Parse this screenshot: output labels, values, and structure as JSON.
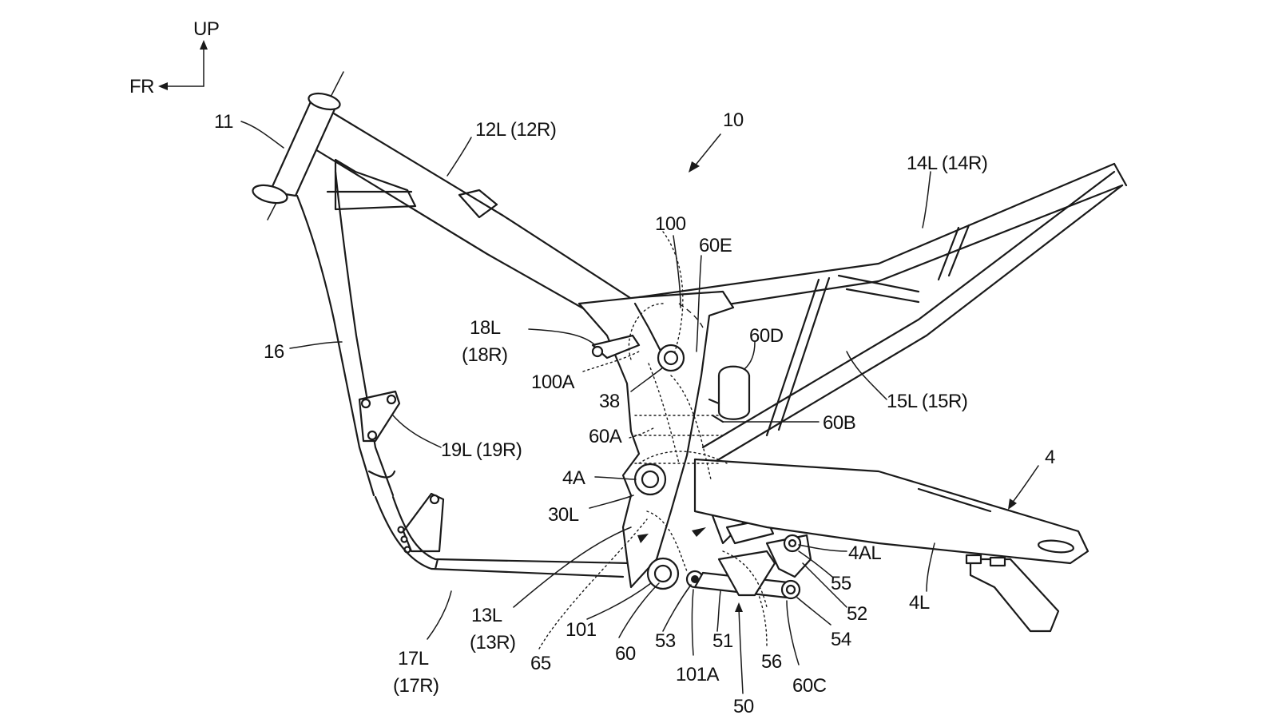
{
  "directions": {
    "up": "UP",
    "front": "FR"
  },
  "labels": {
    "n11": "11",
    "n12": "12L (12R)",
    "n10": "10",
    "n14": "14L (14R)",
    "n100": "100",
    "n60E": "60E",
    "n18a": "18L",
    "n18b": "(18R)",
    "n60D": "60D",
    "n16": "16",
    "n100A": "100A",
    "n38": "38",
    "n15": "15L (15R)",
    "n60B": "60B",
    "n60A": "60A",
    "n19": "19L (19R)",
    "n4": "4",
    "n4A": "4A",
    "n30L": "30L",
    "n4AL": "4AL",
    "n55": "55",
    "n4L": "4L",
    "n52": "52",
    "n13a": "13L",
    "n13b": "(13R)",
    "n101": "101",
    "n60": "60",
    "n53": "53",
    "n51": "51",
    "n54": "54",
    "n65": "65",
    "n101A": "101A",
    "n56": "56",
    "n60C": "60C",
    "n17a": "17L",
    "n17b": "(17R)",
    "n50": "50"
  }
}
